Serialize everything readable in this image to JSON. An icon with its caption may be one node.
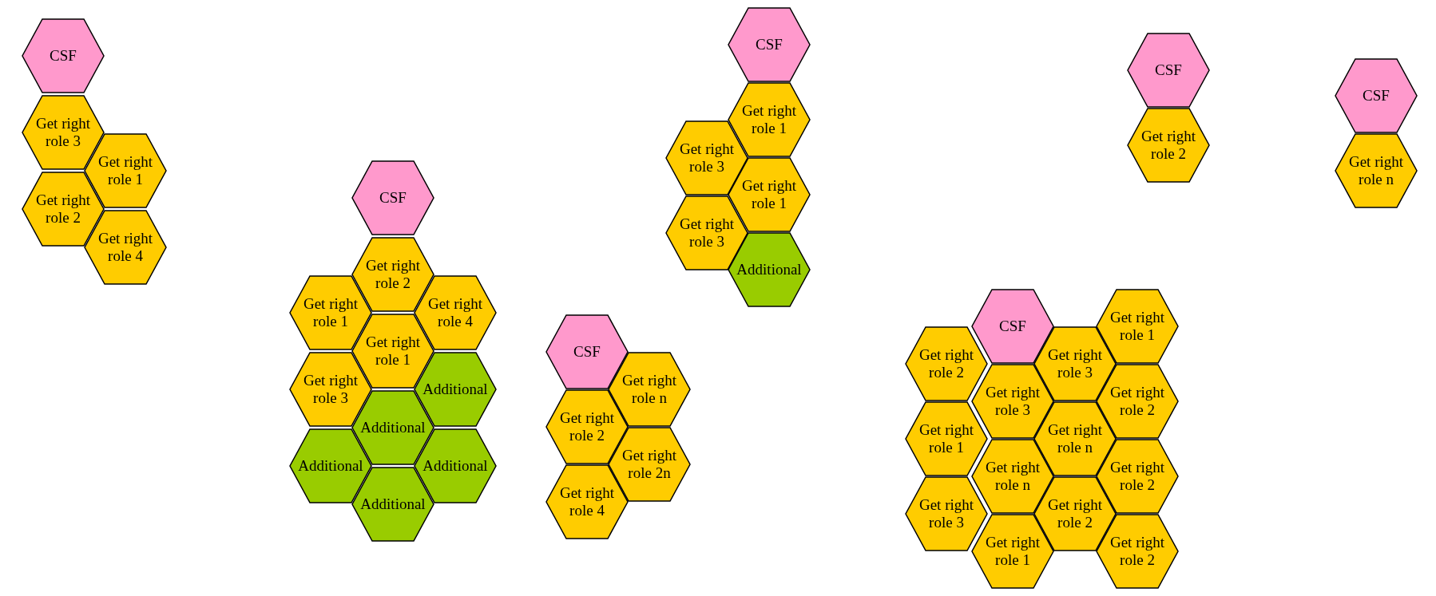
{
  "diagram": {
    "nodes": [
      {
        "text": [
          "CSF"
        ]
      },
      {
        "text": [
          "Get right role 3"
        ]
      },
      {
        "text": [
          "Get right role 2"
        ]
      },
      {
        "text": [
          "Get right role 1"
        ]
      },
      {
        "text": [
          "Get right role 4"
        ]
      },
      {
        "text": [
          "CSF"
        ]
      },
      {
        "text": [
          "Get right role 2"
        ]
      },
      {
        "text": [
          "Get right role 1"
        ]
      },
      {
        "text": [
          "Get right role 3"
        ]
      },
      {
        "text": [
          "Get right role 1"
        ]
      },
      {
        "text": [
          "Get right role 4"
        ]
      },
      {
        "text": [
          "Additional"
        ]
      },
      {
        "text": [
          "Additional"
        ]
      },
      {
        "text": [
          "Additional"
        ]
      },
      {
        "text": [
          "Additional"
        ]
      },
      {
        "text": [
          "Additional"
        ]
      },
      {
        "text": [
          "CSF"
        ]
      },
      {
        "text": [
          "Get right role 2"
        ]
      },
      {
        "text": [
          "Get right role 4"
        ]
      },
      {
        "text": [
          "Get right role n"
        ]
      },
      {
        "text": [
          "Get right role 2n"
        ]
      },
      {
        "text": [
          "CSF"
        ]
      },
      {
        "text": [
          "Get right role 3"
        ]
      },
      {
        "text": [
          "Get right role 3"
        ]
      },
      {
        "text": [
          "Get right role 1"
        ]
      },
      {
        "text": [
          "Get right role 1"
        ]
      },
      {
        "text": [
          "Additional"
        ]
      },
      {
        "text": [
          "CSF"
        ]
      },
      {
        "text": [
          "Get right role 2"
        ]
      },
      {
        "text": [
          "CSF"
        ]
      },
      {
        "text": [
          "Get right role n"
        ]
      },
      {
        "text": [
          "Get right role 2"
        ]
      },
      {
        "text": [
          "Get right role 1"
        ]
      },
      {
        "text": [
          "Get right role 3"
        ]
      },
      {
        "text": [
          "CSF"
        ]
      },
      {
        "text": [
          "Get right role 3"
        ]
      },
      {
        "text": [
          "Get right role n"
        ]
      },
      {
        "text": [
          "Get right role 1"
        ]
      },
      {
        "text": [
          "Get right role 3"
        ]
      },
      {
        "text": [
          "Get right role n"
        ]
      },
      {
        "text": [
          "Get right role 2"
        ]
      },
      {
        "text": [
          "Get right role 1"
        ]
      },
      {
        "text": [
          "Get right role 2"
        ]
      },
      {
        "text": [
          "Get right role 2"
        ]
      },
      {
        "text": [
          "Get right role 2"
        ]
      }
    ]
  }
}
